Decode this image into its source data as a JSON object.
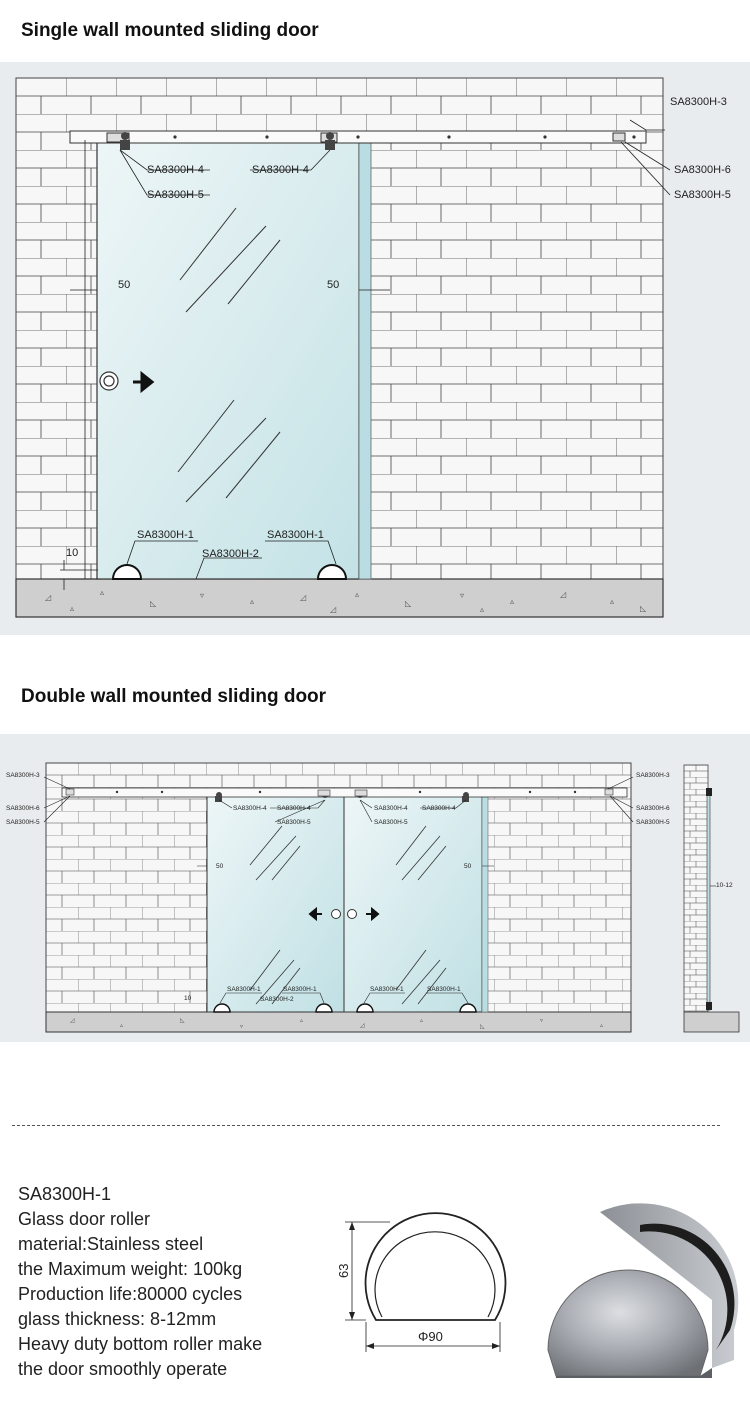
{
  "single": {
    "title": "Single wall mounted sliding door",
    "dims": {
      "left_gap": "50",
      "right_gap": "50",
      "floor_gap": "10"
    },
    "labels": {
      "top_right": "SA8300H-3",
      "hanger_left": "SA8300H-4",
      "hanger_left_b": "SA8300H-5",
      "hanger_mid": "SA8300H-4",
      "stopper": "SA8300H-6",
      "stopper_b": "SA8300H-5",
      "roller_left": "SA8300H-1",
      "roller_right": "SA8300H-1",
      "guide": "SA8300H-2"
    }
  },
  "double": {
    "title": "Double wall mounted sliding door",
    "dims": {
      "left_gap": "50",
      "right_gap": "50",
      "floor_gap": "10",
      "side_thickness": "10-12"
    },
    "labels": {
      "left_3": "SA8300H-3",
      "left_6": "SA8300H-6",
      "left_5": "SA8300H-5",
      "right_3": "SA8300H-3",
      "right_6": "SA8300H-6",
      "right_5": "SA8300H-5",
      "hanger_a": "SA8300H-4",
      "hanger_b": "SA8300H-4",
      "hanger_b5": "SA8300H-5",
      "hanger_c": "SA8300H-4",
      "hanger_c5": "SA8300H-5",
      "hanger_d": "SA8300H-4",
      "roller_a": "SA8300H-1",
      "guide": "SA8300H-2",
      "roller_b": "SA8300H-1",
      "roller_c": "SA8300H-1",
      "roller_d": "SA8300H-1"
    }
  },
  "product": {
    "lines": [
      "SA8300H-1",
      "Glass door roller",
      "material:Stainless steel",
      "the Maximum weight: 100kg",
      "Production life:80000 cycles",
      "glass thickness: 8-12mm",
      "Heavy duty bottom roller make",
      "the door smoothly operate"
    ],
    "dim_height": "63",
    "dim_width": "Φ90"
  }
}
